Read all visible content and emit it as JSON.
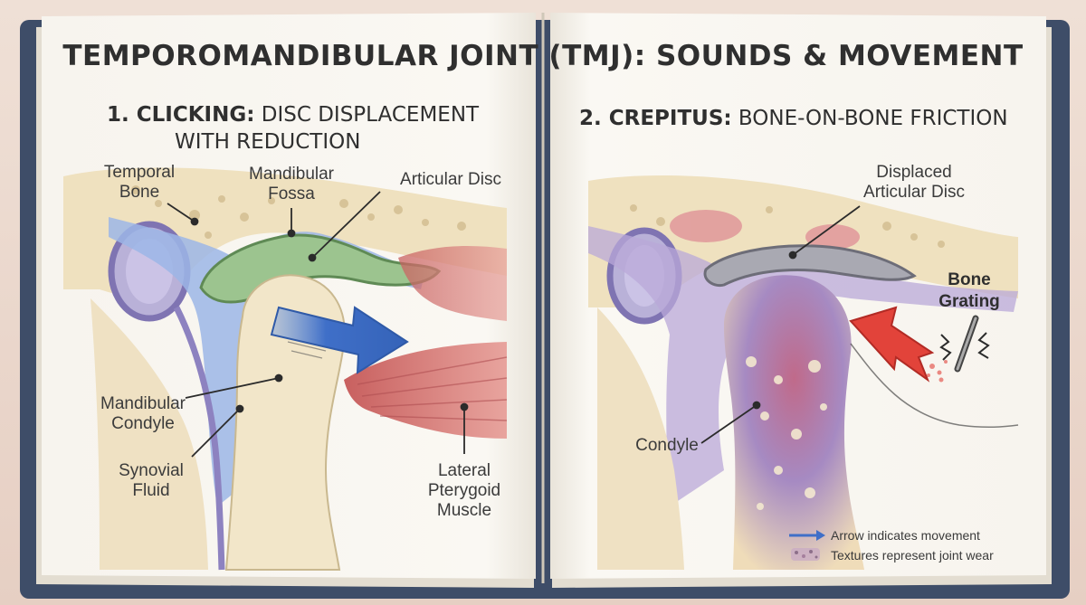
{
  "title": "TEMPOROMANDIBULAR JOINT (TMJ): SOUNDS & MOVEMENT",
  "left_panel": {
    "heading_bold": "1. CLICKING:",
    "heading_rest_line1": "DISC DISPLACEMENT",
    "heading_line2": "WITH REDUCTION",
    "labels": {
      "temporal_bone": [
        "Temporal",
        "Bone"
      ],
      "mandibular_fossa": [
        "Mandibular",
        "Fossa"
      ],
      "articular_disc": "Articular Disc",
      "mandibular_condyle": [
        "Mandibular",
        "Condyle"
      ],
      "synovial_fluid": [
        "Synovial",
        "Fluid"
      ],
      "lateral_pterygoid": [
        "Lateral",
        "Pterygoid",
        "Muscle"
      ]
    }
  },
  "right_panel": {
    "heading_bold": "2. CREPITUS:",
    "heading_rest": "BONE-ON-BONE FRICTION",
    "labels": {
      "displaced_disc": [
        "Displaced",
        "Articular Disc"
      ],
      "bone_grating": [
        "Bone",
        "Grating"
      ],
      "condyle": "Condyle"
    },
    "legend": [
      {
        "symbol": "arrow-icon",
        "text": "Arrow indicates movement"
      },
      {
        "symbol": "texture-swatch-icon",
        "text": "Textures represent joint wear"
      }
    ]
  },
  "colors": {
    "arrow_blue": "#3f6fc8",
    "disc_green": "#9cc48f",
    "bone_cream": "#f1e4c4",
    "muscle_red": "#d9787a",
    "impact_red": "#e2433a"
  }
}
